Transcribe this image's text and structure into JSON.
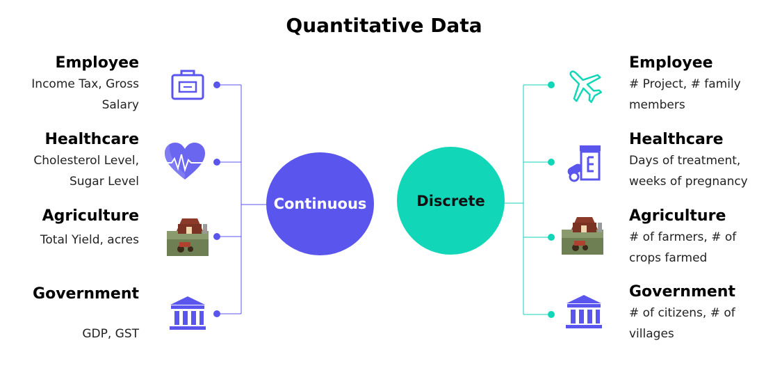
{
  "title": "Quantitative Data",
  "colors": {
    "continuous": "#5a55ec",
    "discrete": "#12d6b8"
  },
  "continuous": {
    "label": "Continuous",
    "items": [
      {
        "heading": "Employee",
        "desc1": "Income Tax, Gross",
        "desc2": "Salary",
        "icon": "briefcase-icon"
      },
      {
        "heading": "Healthcare",
        "desc1": "Cholesterol Level,",
        "desc2": "Sugar Level",
        "icon": "heartbeat-icon"
      },
      {
        "heading": "Agriculture",
        "desc1": "Total Yield, acres",
        "desc2": "",
        "icon": "farm-icon"
      },
      {
        "heading": "Government",
        "desc1": "GDP, GST",
        "desc2": "",
        "icon": "government-building-icon"
      }
    ]
  },
  "discrete": {
    "label": "Discrete",
    "items": [
      {
        "heading": "Employee",
        "desc1": "# Project, # family",
        "desc2": "members",
        "icon": "airplane-icon"
      },
      {
        "heading": "Healthcare",
        "desc1": "Days of treatment,",
        "desc2": "weeks of pregnancy",
        "icon": "medicine-icon"
      },
      {
        "heading": "Agriculture",
        "desc1": "# of farmers, # of",
        "desc2": "crops farmed",
        "icon": "farm-icon"
      },
      {
        "heading": "Government",
        "desc1": "# of citizens, # of",
        "desc2": "villages",
        "icon": "government-building-icon"
      }
    ]
  }
}
